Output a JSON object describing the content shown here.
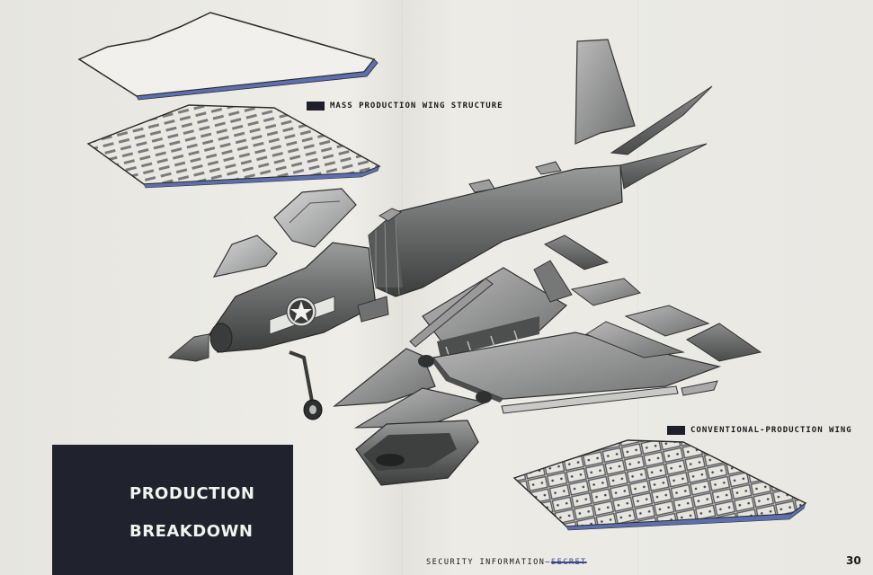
{
  "labels": {
    "mass_production": "MASS PRODUCTION WING STRUCTURE",
    "conventional": "CONVENTIONAL-PRODUCTION WING"
  },
  "title": {
    "line1": "PRODUCTION",
    "line2": "BREAKDOWN"
  },
  "footer": {
    "security_prefix": "SECURITY INFORMATION—",
    "security_struck": "SECRET"
  },
  "page_number": "30",
  "colors": {
    "paper": "#e9e8e3",
    "title_box": "#20222e",
    "part_dark": "#6d6e6e",
    "part_light": "#bdbdbb"
  },
  "icons": [
    "us-roundel-star-icon"
  ]
}
